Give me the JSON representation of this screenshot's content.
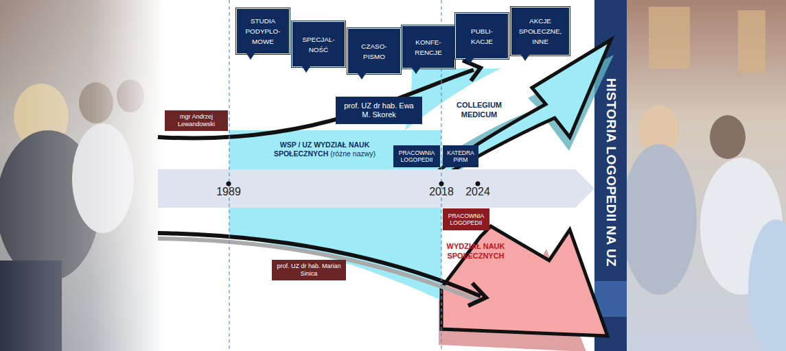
{
  "diagram": {
    "title": "HISTORIA LOGOPEDII NA UZ",
    "nodes": [
      {
        "text": [
          "STUDIA PODYPLO- MOWE"
        ]
      },
      {
        "text": [
          "SPECJAL- NOŚĆ"
        ]
      },
      {
        "text": [
          "CZASO- PISMO"
        ]
      },
      {
        "text": [
          "KONFE- RENCJE"
        ]
      },
      {
        "text": [
          "PUBLI- KACJE"
        ]
      },
      {
        "text": [
          "AKCJE SPOŁECZNE, INNE"
        ]
      },
      {
        "text": [
          "mgr Andrzej Lewandowski"
        ]
      },
      {
        "text": [
          "prof. UZ dr hab. Ewa M. Skorek"
        ]
      },
      {
        "text": [
          "PRACOWNIA LOGOPEDII"
        ]
      },
      {
        "text": [
          "KATEDRA PiRM"
        ]
      },
      {
        "text": [
          "PRACOWNIA LOGOPEDII"
        ]
      },
      {
        "text": [
          "prof. UZ dr hab. Marian Sinica"
        ]
      }
    ],
    "labels": [
      "COLLEGIUM MEDICUM",
      "WSP / UZ WYDZIAŁ NAUK SPOŁECZNYCH",
      "(różne nazwy)",
      "1989",
      "2018",
      "2024",
      "WYDZIAŁ NAUK SPOŁECZNYCH"
    ]
  }
}
